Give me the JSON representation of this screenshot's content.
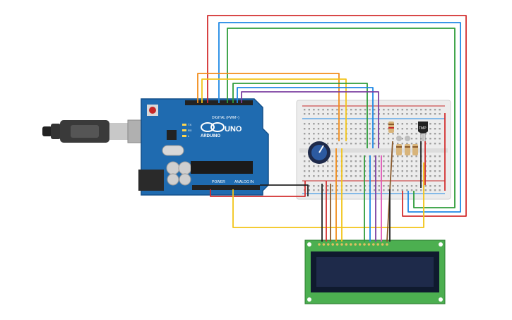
{
  "arduino": {
    "brand": "ARDUINO",
    "model": "UNO",
    "header_digital": "DIGITAL (PWM~)",
    "header_power": "POWER",
    "header_analog": "ANALOG IN",
    "label_tx": "TX",
    "label_rx": "RX",
    "label_l": "L"
  },
  "breadboard": {
    "sensor_label": "TMP"
  },
  "lcd": {
    "display_text": ""
  },
  "colors": {
    "board_blue": "#1f6bb0",
    "breadboard": "#ececec",
    "lcd_pcb": "#4caf50",
    "lcd_screen": "#1e2a4a",
    "wire_red": "#d32f2f",
    "wire_green": "#2e9d3a",
    "wire_blue": "#1e88e5",
    "wire_orange": "#f28c1a",
    "wire_yellow": "#f2c418",
    "wire_purple": "#7b3fa0",
    "wire_pink": "#e056b6",
    "wire_black": "#222222",
    "wire_brown": "#8a5a2b"
  }
}
